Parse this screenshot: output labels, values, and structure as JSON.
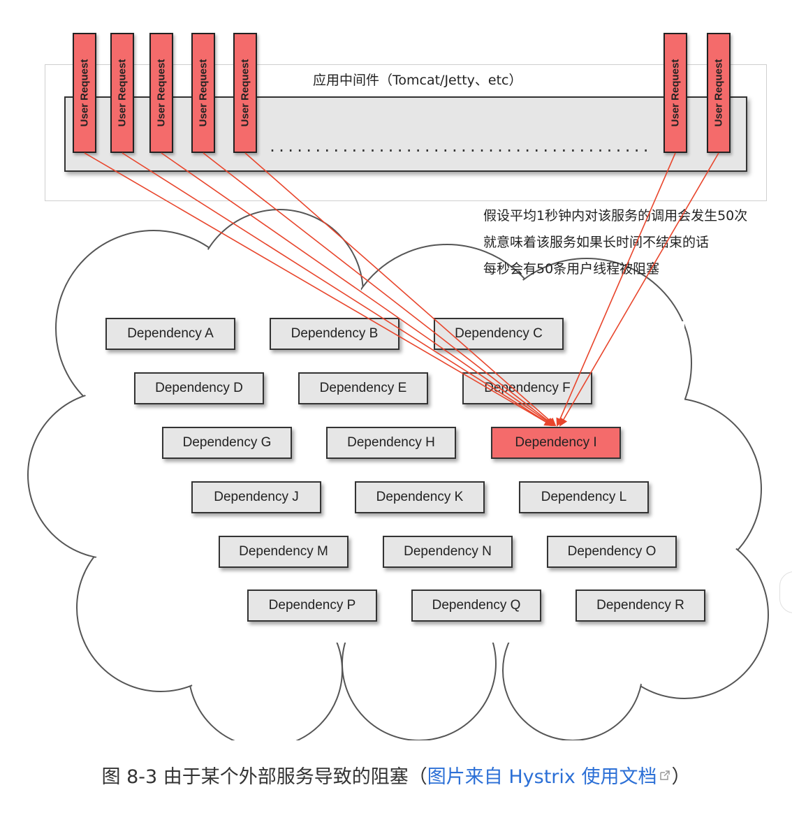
{
  "app_server": {
    "title": "应用中间件（Tomcat/Jetty、etc）",
    "dots": "....................................................",
    "requests_left": [
      "User Request",
      "User Request",
      "User Request",
      "User Request",
      "User Request"
    ],
    "requests_right": [
      "User Request",
      "User Request"
    ]
  },
  "note": {
    "line1": "假设平均1秒钟内对该服务的调用会发生50次",
    "line2": "就意味着该服务如果长时间不结束的话",
    "line3": "每秒会有50条用户线程被阻塞"
  },
  "dependencies": [
    "Dependency A",
    "Dependency B",
    "Dependency C",
    "Dependency D",
    "Dependency E",
    "Dependency F",
    "Dependency G",
    "Dependency H",
    "Dependency I",
    "Dependency J",
    "Dependency K",
    "Dependency L",
    "Dependency M",
    "Dependency N",
    "Dependency O",
    "Dependency P",
    "Dependency Q",
    "Dependency R"
  ],
  "blocked_dependency": "Dependency I",
  "colors": {
    "request_fill": "#f46b6b",
    "blocked_fill": "#f46b6b",
    "box_fill": "#e6e6e6",
    "arrow": "#e8452c",
    "link": "#2b6fd6"
  },
  "caption": {
    "prefix": "图 8-3 由于某个外部服务导致的阻塞（",
    "link_text": "图片来自 Hystrix 使用文档",
    "suffix": "）",
    "link_icon": "external-link-icon"
  }
}
